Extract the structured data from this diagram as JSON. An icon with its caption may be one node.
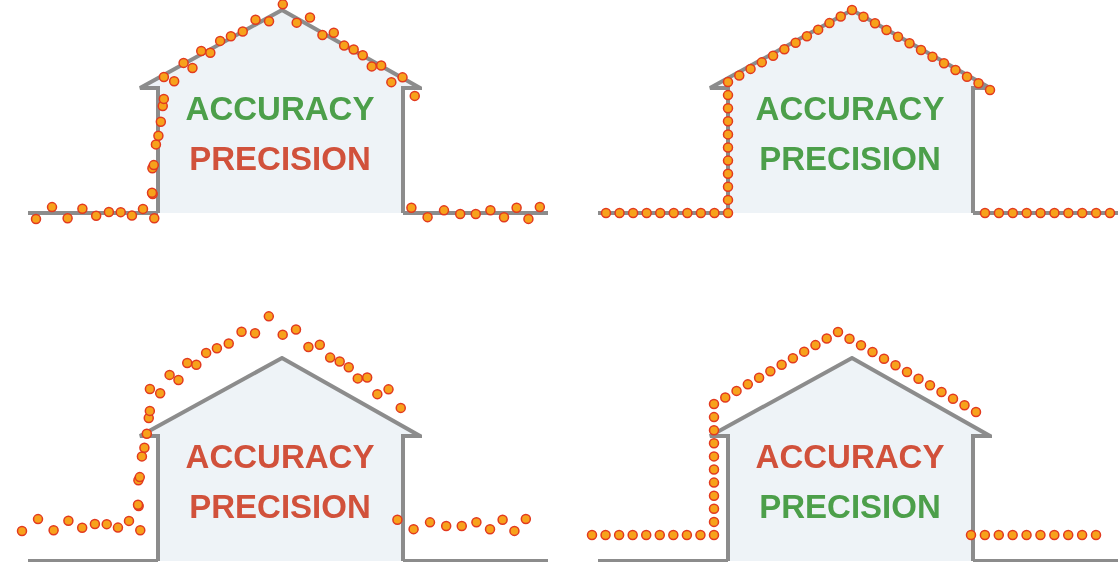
{
  "diagram": {
    "nodes": [
      {
        "text": [
          "ACCURACY",
          "PRECISION"
        ]
      },
      {
        "text": [
          "ACCURACY",
          "PRECISION"
        ]
      },
      {
        "text": [
          "ACCURACY",
          "PRECISION"
        ]
      },
      {
        "text": [
          "ACCURACY",
          "PRECISION"
        ]
      }
    ]
  }
}
